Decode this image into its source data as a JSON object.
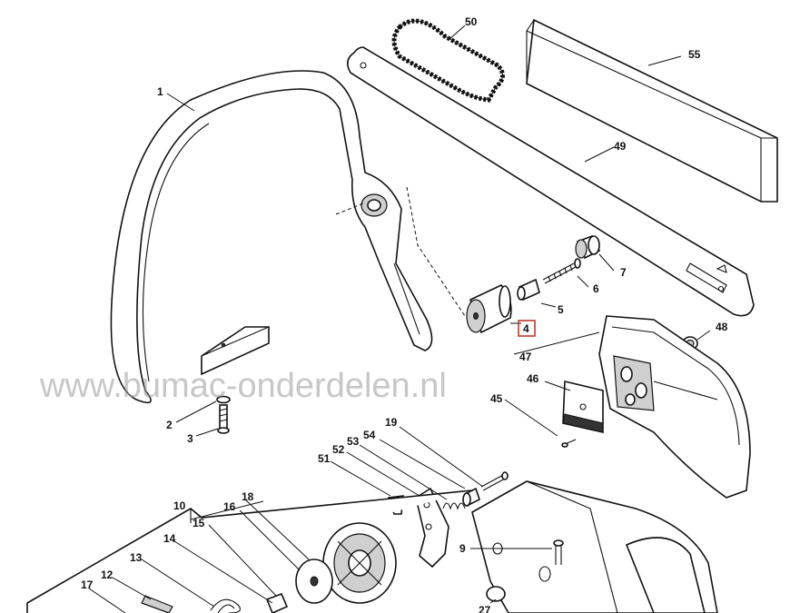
{
  "watermark": "www.bumac-onderdelen.nl",
  "highlighted_label": "4",
  "highlight_color": "#c0392b",
  "labels": [
    "1",
    "2",
    "3",
    "4",
    "5",
    "6",
    "7",
    "9",
    "10",
    "12",
    "13",
    "14",
    "15",
    "16",
    "17",
    "18",
    "19",
    "27",
    "45",
    "46",
    "47",
    "48",
    "49",
    "50",
    "51",
    "52",
    "53",
    "54",
    "55"
  ]
}
